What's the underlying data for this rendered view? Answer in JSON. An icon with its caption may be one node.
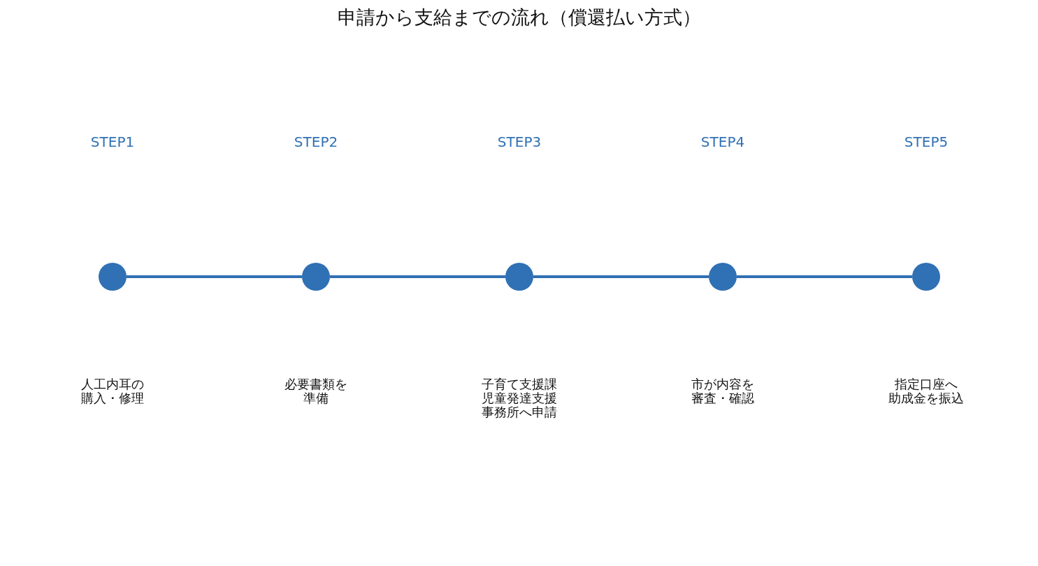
{
  "diagram": {
    "title": "申請から支給までの流れ（償還払い方式）",
    "nodes": [
      {
        "text": [],
        "shape": "circle"
      },
      {
        "text": [],
        "shape": "circle"
      },
      {
        "text": [],
        "shape": "circle"
      },
      {
        "text": [],
        "shape": "circle"
      },
      {
        "text": [],
        "shape": "circle"
      }
    ],
    "edges": [
      {
        "from": 0,
        "to": 1,
        "arrow": "none"
      },
      {
        "from": 1,
        "to": 2,
        "arrow": "none"
      },
      {
        "from": 2,
        "to": 3,
        "arrow": "none"
      },
      {
        "from": 3,
        "to": 4,
        "arrow": "none"
      }
    ],
    "labels": [
      "STEP1",
      "STEP2",
      "STEP3",
      "STEP4",
      "STEP5",
      "人工内耳の購入・修理",
      "必要書類を準備",
      "子育て支援課児童発達支援事務所へ申請",
      "市が内容を審査・確認",
      "指定口座へ助成金を振込"
    ]
  }
}
